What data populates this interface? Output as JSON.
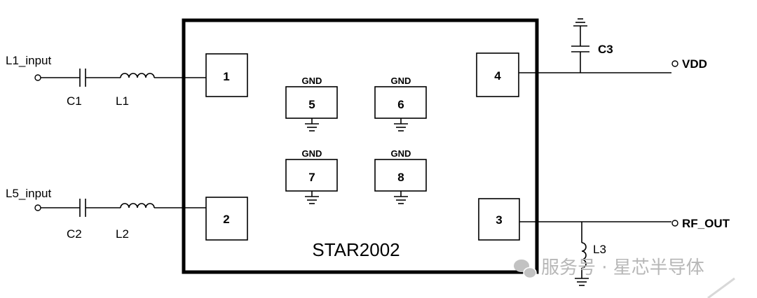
{
  "chip": {
    "name": "STAR2002"
  },
  "pins": {
    "p1": "1",
    "p2": "2",
    "p3": "3",
    "p4": "4",
    "p5": "5",
    "p6": "6",
    "p7": "7",
    "p8": "8",
    "gnd_label": "GND"
  },
  "ports": {
    "l1_input": "L1_input",
    "l5_input": "L5_input",
    "vdd": "VDD",
    "rf_out": "RF_OUT"
  },
  "components": {
    "c1": "C1",
    "c2": "C2",
    "c3": "C3",
    "l1": "L1",
    "l2": "L2",
    "l3": "L3"
  },
  "watermark": {
    "text": "服务号 · 星芯半导体"
  }
}
